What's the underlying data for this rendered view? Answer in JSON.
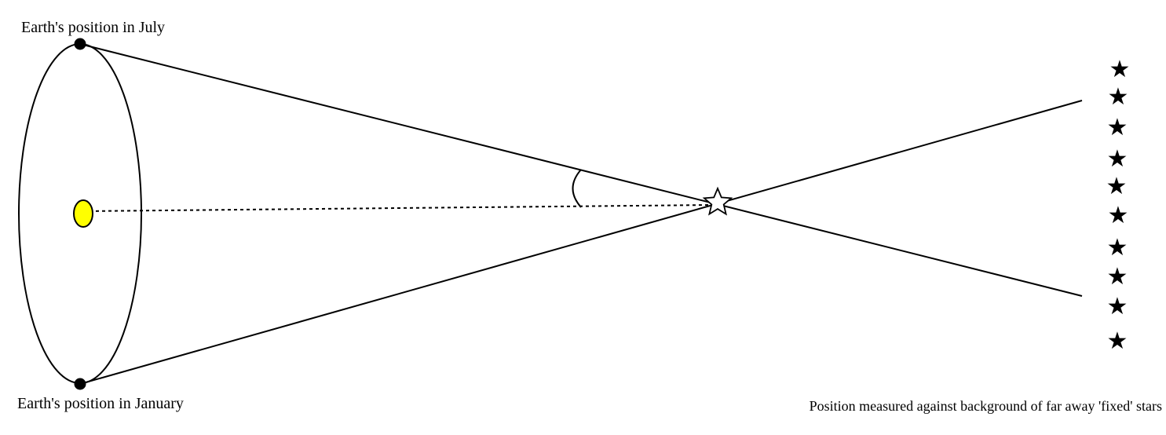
{
  "labels": {
    "july": "Earth's position in July",
    "january": "Earth's position in January",
    "background_note": "Position measured against background of far away 'fixed' stars"
  },
  "icons": {
    "earth": "filled-circle",
    "sun": "yellow-ellipse",
    "near_star": "outlined-star",
    "background_stars": "filled-star"
  },
  "colors": {
    "sun": "#ffff00",
    "lines": "#000000",
    "background": "#ffffff"
  },
  "background_star_glyph": "★",
  "background_star_count": 10
}
